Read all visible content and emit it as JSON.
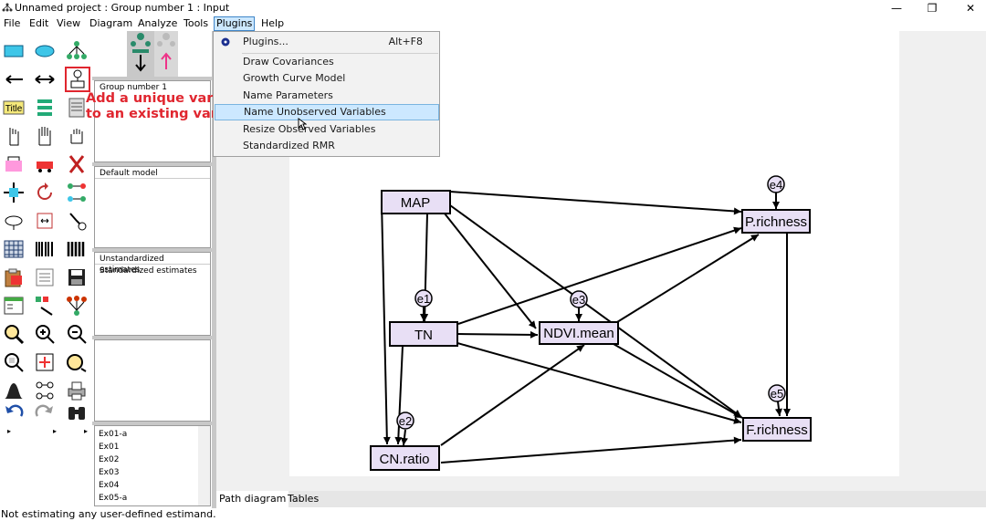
{
  "window": {
    "title": "Unnamed project : Group number 1 : Input",
    "minimize": "—",
    "restore": "❐",
    "close": "✕"
  },
  "menu": [
    "File",
    "Edit",
    "View",
    "Diagram",
    "Analyze",
    "Tools",
    "Plugins",
    "Help"
  ],
  "plugins_menu": {
    "items": [
      {
        "label": "Plugins...",
        "shortcut": "Alt+F8"
      },
      {
        "label": "Draw Covariances"
      },
      {
        "label": "Growth Curve Model"
      },
      {
        "label": "Name Parameters"
      },
      {
        "label": "Name Unobserved Variables"
      },
      {
        "label": "Resize Observed Variables"
      },
      {
        "label": "Standardized RMR"
      }
    ],
    "highlighted": "Name Unobserved Variables"
  },
  "annotation": {
    "line1": "Add a unique variable",
    "line2": "to an existing variable"
  },
  "panels": {
    "group": "Group number 1",
    "model": "Default model",
    "estimates": [
      "Unstandardized estimates",
      "Standardized estimates"
    ],
    "examples": [
      "Ex01-a",
      "Ex01",
      "Ex02",
      "Ex03",
      "Ex04",
      "Ex05-a"
    ]
  },
  "toolbox": {
    "title_label": "Title",
    "bottom_arrows": [
      "▸",
      "▸",
      "▸"
    ]
  },
  "diagram": {
    "observed": [
      {
        "id": "MAP",
        "label": "MAP"
      },
      {
        "id": "TN",
        "label": "TN"
      },
      {
        "id": "NDVI",
        "label": "NDVI.mean"
      },
      {
        "id": "CN",
        "label": "CN.ratio"
      },
      {
        "id": "PR",
        "label": "P.richness"
      },
      {
        "id": "FR",
        "label": "F.richness"
      }
    ],
    "errors": [
      "e1",
      "e2",
      "e3",
      "e4",
      "e5"
    ]
  },
  "tabs": [
    "Path diagram",
    "Tables"
  ],
  "status": "Not estimating any user-defined estimand.",
  "colors": {
    "box_fill": "#e8dff5",
    "accent": "#e0262f",
    "highlight": "#cce8ff"
  }
}
